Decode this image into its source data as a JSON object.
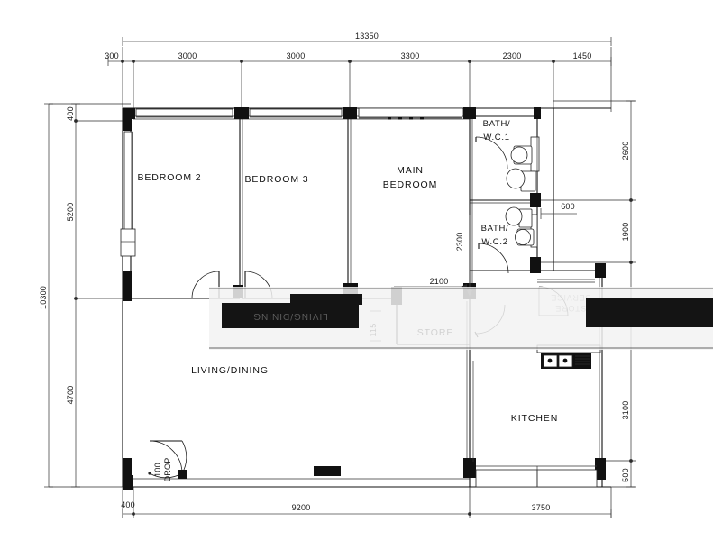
{
  "document": {
    "type": "architectural-floor-plan",
    "units": "mm"
  },
  "dimensions": {
    "top_overall": "13350",
    "top_chain": [
      "300",
      "3000",
      "3000",
      "3300",
      "2300",
      "1450"
    ],
    "left_overall": "10300",
    "left_chain": [
      "400",
      "5200",
      "4700"
    ],
    "right_chain": [
      "2600",
      "1900",
      "3100",
      "500"
    ],
    "bottom_chain": [
      "400",
      "9200",
      "3750"
    ],
    "interior": {
      "main_bedroom_depth": "2300",
      "corridor_width": "2100",
      "bath2_offset": "600",
      "store_jamb": "115"
    }
  },
  "rooms": [
    {
      "id": "bedroom-2",
      "label": "BEDROOM 2"
    },
    {
      "id": "bedroom-3",
      "label": "BEDROOM 3"
    },
    {
      "id": "main-bedroom",
      "label_line1": "MAIN",
      "label_line2": "BEDROOM"
    },
    {
      "id": "bath-wc-1",
      "label_line1": "BATH/",
      "label_line2": "W.C.1"
    },
    {
      "id": "bath-wc-2",
      "label_line1": "BATH/",
      "label_line2": "W.C.2"
    },
    {
      "id": "store",
      "label": "STORE"
    },
    {
      "id": "kitchen",
      "label": "KITCHEN"
    },
    {
      "id": "living-dining",
      "label": "LIVING/DINING"
    },
    {
      "id": "service-store",
      "label_line1": "SERVICE",
      "label_line2": "STORE"
    }
  ],
  "annotations": {
    "entrance_drop_line1": "100",
    "entrance_drop_line2": "DROP",
    "redacted_label": "LIVING/DINING"
  },
  "colors": {
    "paper": "#ffffff",
    "ink": "#111111",
    "dim": "#4a4a4a",
    "redaction": "#141414"
  }
}
